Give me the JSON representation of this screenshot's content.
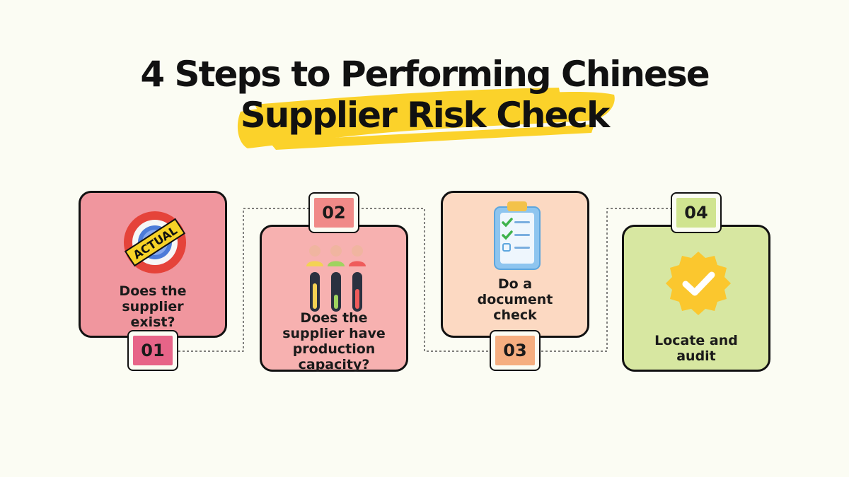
{
  "title": {
    "line1": "4 Steps to Performing Chinese",
    "line2": "Supplier Risk Check"
  },
  "steps": [
    {
      "number": "01",
      "label_lines": [
        "Does the",
        "supplier",
        "exist?"
      ],
      "icon": "not-actual-stamp-icon",
      "icon_text": "ACTUAL",
      "card_color": "#f0969e",
      "badge_color": "#e76488"
    },
    {
      "number": "02",
      "label_lines": [
        "Does the",
        "supplier have",
        "production",
        "capacity?"
      ],
      "icon": "capacity-people-bars-icon",
      "card_color": "#f7b1b0",
      "badge_color": "#f08a88"
    },
    {
      "number": "03",
      "label_lines": [
        "Do a",
        "document",
        "check"
      ],
      "icon": "checklist-clipboard-icon",
      "card_color": "#fcd9c2",
      "badge_color": "#f5ae80"
    },
    {
      "number": "04",
      "label_lines": [
        "Locate and",
        "audit"
      ],
      "icon": "verified-badge-icon",
      "card_color": "#d7e7a1",
      "badge_color": "#d0e490"
    }
  ],
  "colors": {
    "background": "#fbfcf3",
    "highlight": "#fbd22a",
    "outline": "#111111"
  }
}
